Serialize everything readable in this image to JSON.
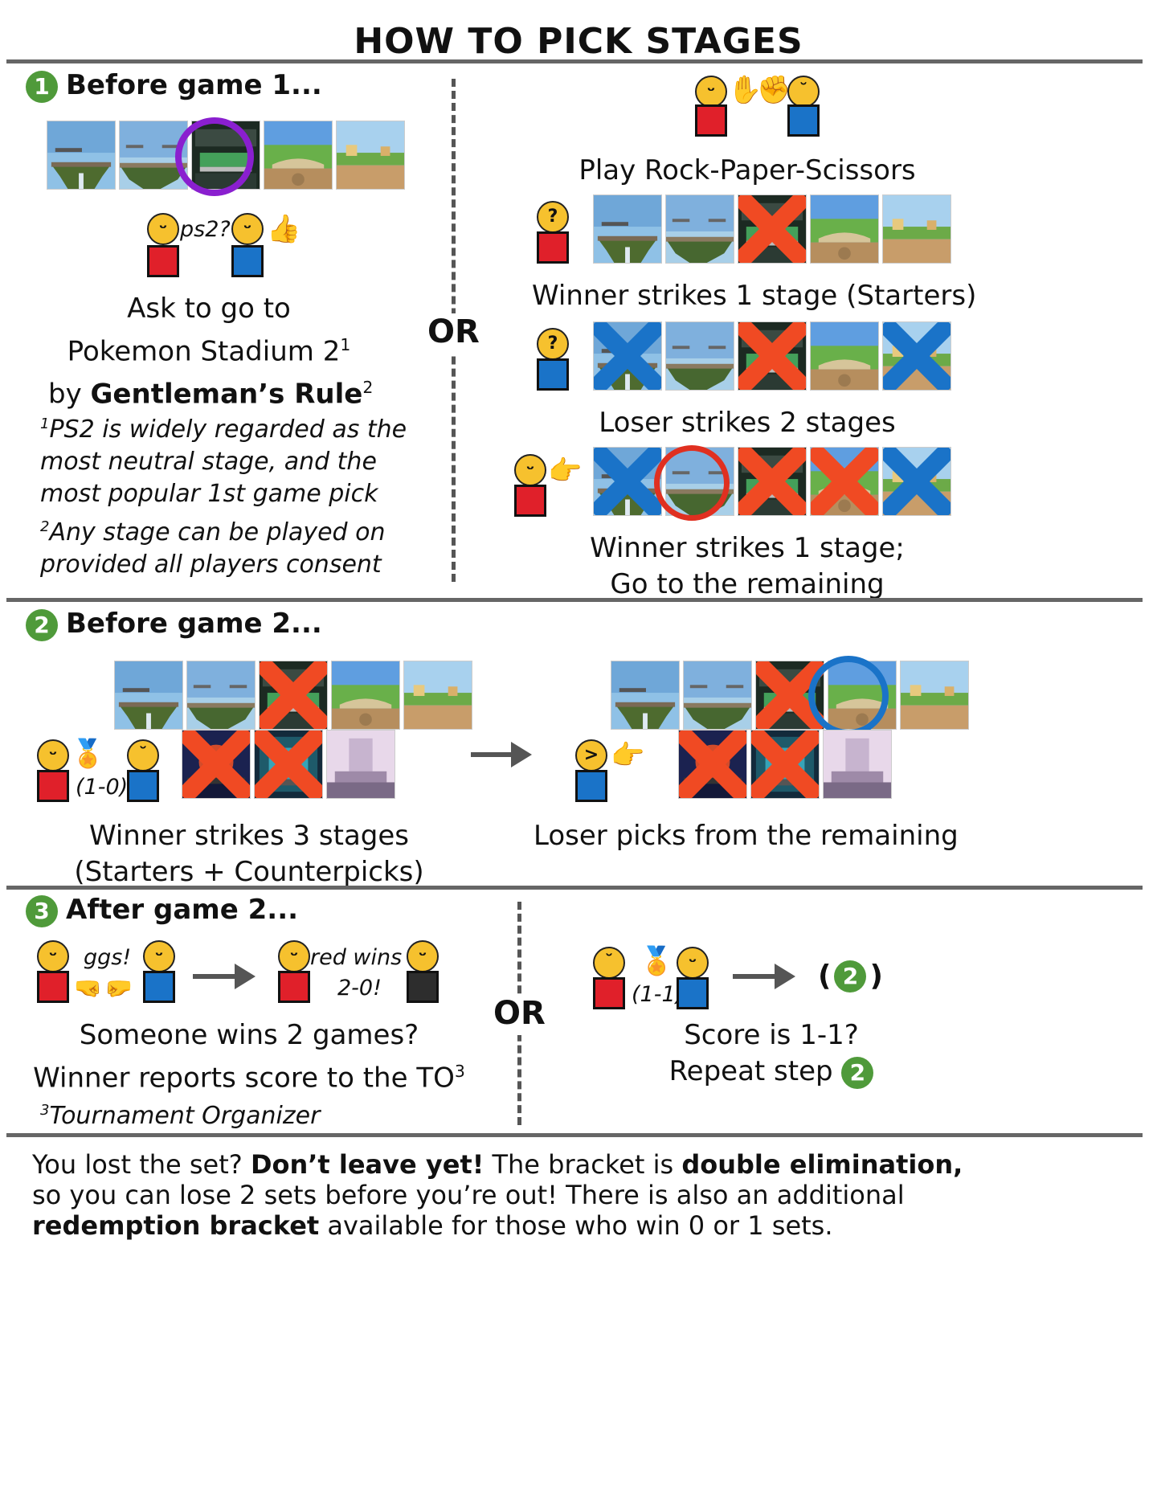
{
  "title": "HOW TO PICK STAGES",
  "step1": {
    "num": "1",
    "heading": "Before game 1...",
    "left": {
      "speech": "ps2?",
      "cap_line1": "Ask to go to",
      "cap_line2": "Pokemon Stadium 2",
      "cap_sup1": "1",
      "cap_line3_a": "by ",
      "cap_line3_b": "Gentleman’s Rule",
      "cap_sup2": "2",
      "fn1_sup": "1",
      "fn1_l1": "PS2 is widely regarded as the",
      "fn1_l2": "most neutral stage, and the",
      "fn1_l3": "most popular 1st game pick",
      "fn2_sup": "2",
      "fn2_l1": "Any stage can be played on",
      "fn2_l2": "provided all players consent"
    },
    "or": "OR",
    "right": {
      "cap_rps": "Play Rock-Paper-Scissors",
      "cap_a": "Winner strikes 1 stage (Starters)",
      "cap_b": "Loser strikes 2 stages",
      "cap_c1": "Winner strikes 1 stage;",
      "cap_c2": "Go to the remaining"
    }
  },
  "step2": {
    "num": "2",
    "heading": "Before game 2...",
    "score": "(1-0)",
    "cap_l1": "Winner strikes 3 stages",
    "cap_l2": "(Starters + Counterpicks)",
    "cap_r": "Loser picks from the remaining"
  },
  "step3": {
    "num": "3",
    "heading": "After game 2...",
    "ggs": "ggs!",
    "red_wins": "red wins",
    "score_20": "2-0!",
    "cap_l1": "Someone wins 2 games?",
    "cap_l2": "Winner reports score to the TO",
    "cap_sup": "3",
    "fn_sup": "3",
    "fn": "Tournament Organizer",
    "or": "OR",
    "score_11": "(1-1)",
    "goto_open": "(",
    "goto_num": "2",
    "goto_close": ")",
    "cap_r1": "Score is 1-1?",
    "cap_r2": "Repeat step",
    "cap_r2_num": "2"
  },
  "bottom": {
    "a": "You lost the set? ",
    "b": "Don’t leave yet!",
    "c": " The bracket is ",
    "d": "double elimination,",
    "e": "so you can lose 2 sets before you’re out! There is also an additional",
    "f": "redemption bracket",
    "g": " available for those who win 0 or 1 sets."
  },
  "colors": {
    "accent_green": "#4f9a3a",
    "red_player": "#e0202a",
    "blue_player": "#1a73c8",
    "strike_red": "#f04a23",
    "strike_blue": "#1a73c8",
    "ring_purple": "#8a1fcf"
  },
  "icons": [
    "grinning-face-icon",
    "thumbs-up-icon",
    "raised-hand-icon",
    "raised-fist-icon",
    "pensive-face-icon",
    "thinking-face-icon",
    "pointing-right-icon",
    "medal-icon",
    "fist-bump-icon",
    "persevering-face-icon"
  ]
}
